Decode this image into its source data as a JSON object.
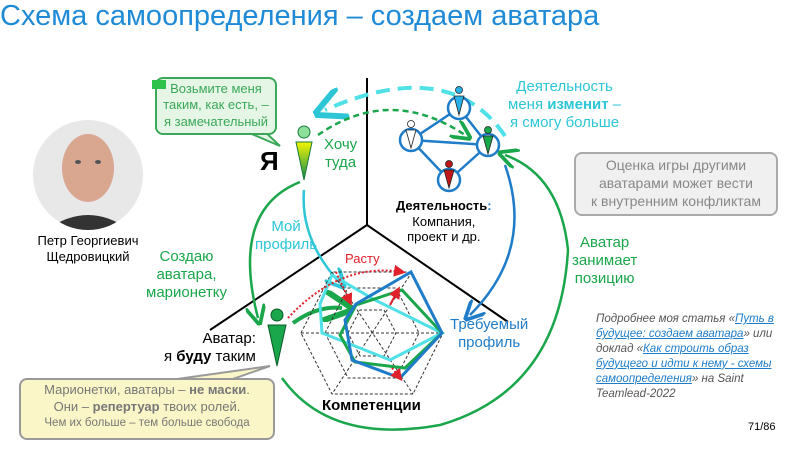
{
  "title": "Схема самоопределения – создаем аватара",
  "person": {
    "name_line1": "Петр Георгиевич",
    "name_line2": "Щедровицкий"
  },
  "bubble_top": {
    "line1": "Возьмите меня",
    "line2": "таким, как есть, –",
    "line3": "я замечательный"
  },
  "ya_label": "Я",
  "want_there": {
    "line1": "Хочу",
    "line2": "туда"
  },
  "activity_changes": {
    "line1": "Деятельность",
    "line2_pre": "меня ",
    "line2_bold": "изменит",
    "line2_post": " –",
    "line3": "я смогу больше"
  },
  "activity": {
    "bold": "Деятельность",
    "colon": ":",
    "line2": "Компания,",
    "line3": "проект и др."
  },
  "evaluation_box": {
    "line1": "Оценка игры другими",
    "line2": "аватарами может вести",
    "line3": "к внутренним конфликтам"
  },
  "my_profile": {
    "line1": "Мой",
    "line2": "профиль"
  },
  "create_avatar": {
    "line1": "Создаю",
    "line2": "аватара,",
    "line3": "марионетку"
  },
  "avatar_takes": {
    "line1": "Аватар",
    "line2": "занимает",
    "line3": "позицию"
  },
  "grow": "Расту",
  "required_profile": {
    "line1": "Требуемый",
    "line2": "профиль"
  },
  "competencies": "Компетенции",
  "avatar_will_be": {
    "line1": "Аватар:",
    "line2_pre": "я ",
    "line2_bold": "буду",
    "line2_post": " таким"
  },
  "bubble_bottom": {
    "line1_pre": "Марионетки, аватары – ",
    "line1_bold": "не маски",
    "line1_post": ".",
    "line2_pre": "Они – ",
    "line2_bold": "репертуар",
    "line2_post": " твоих ролей.",
    "line3": "Чем их больше – тем больше свобода"
  },
  "note": {
    "t1": "Подробнее моя статья «",
    "link1": "Путь в будущее: создаем аватара",
    "t2": "» или доклад «",
    "link2": "Как строить образ будущего и идти к нему - схемы самоопределения",
    "t3": "» на Saint Teamlead-2022"
  },
  "page_number": "71/86",
  "colors": {
    "title": "#1f8ad6",
    "green": "#1aa64a",
    "cyan": "#2cc6d6",
    "blue": "#1f7cc8",
    "red": "#e0202a"
  }
}
